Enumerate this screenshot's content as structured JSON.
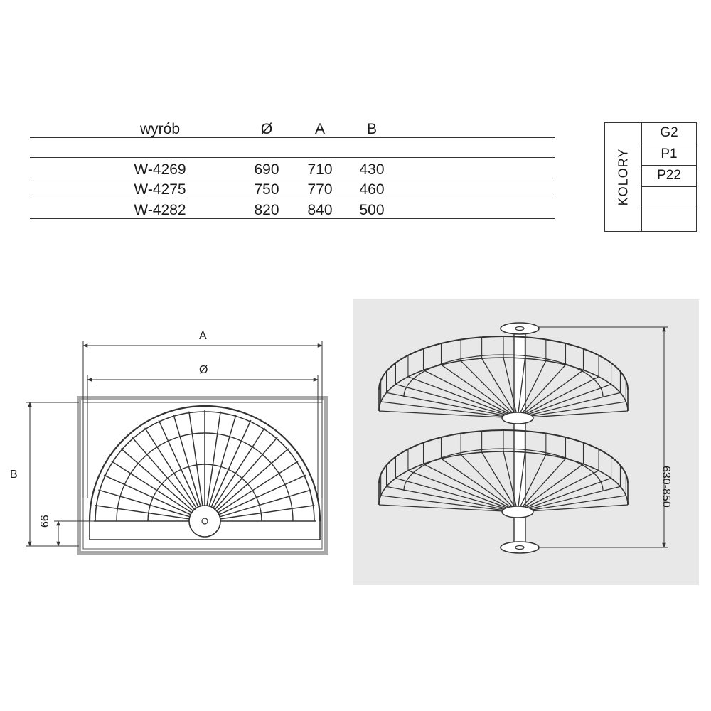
{
  "table": {
    "headers": [
      "wyrób",
      "Ø",
      "A",
      "B"
    ],
    "rows": [
      [
        "W-4269",
        "690",
        "710",
        "430"
      ],
      [
        "W-4275",
        "750",
        "770",
        "460"
      ],
      [
        "W-4282",
        "820",
        "840",
        "500"
      ]
    ]
  },
  "colors": {
    "label": "KOLORY",
    "items": [
      "G2",
      "P1",
      "P22",
      "",
      ""
    ]
  },
  "dimensions": {
    "a": "A",
    "diameter": "Ø",
    "b": "B",
    "offset": "66",
    "height": "630-850"
  },
  "palette": {
    "line": "#333333",
    "panel": "#e8e8e8",
    "frame": "#a9a9a9"
  }
}
